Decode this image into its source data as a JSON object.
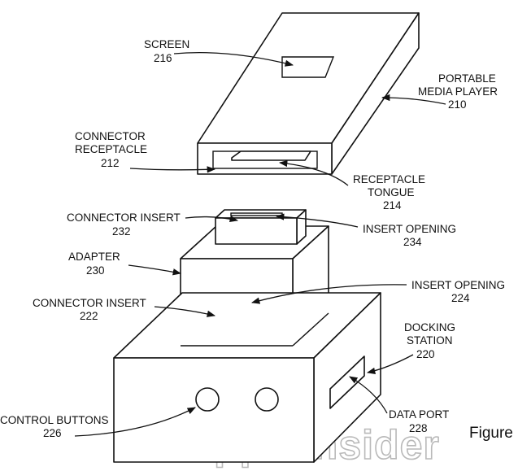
{
  "labels": {
    "screen": {
      "name": "SCREEN",
      "ref": "216"
    },
    "portable_media_player": {
      "line1": "PORTABLE",
      "line2": "MEDIA PLAYER",
      "ref": "210"
    },
    "connector_receptacle": {
      "line1": "CONNECTOR",
      "line2": "RECEPTACLE",
      "ref": "212"
    },
    "receptacle_tongue": {
      "line1": "RECEPTACLE",
      "line2": "TONGUE",
      "ref": "214"
    },
    "connector_insert_top": {
      "name": "CONNECTOR INSERT",
      "ref": "232"
    },
    "insert_opening_top": {
      "name": "INSERT OPENING",
      "ref": "234"
    },
    "adapter": {
      "name": "ADAPTER",
      "ref": "230"
    },
    "insert_opening_bottom": {
      "name": "INSERT OPENING",
      "ref": "224"
    },
    "connector_insert_bottom": {
      "name": "CONNECTOR INSERT",
      "ref": "222"
    },
    "docking_station": {
      "line1": "DOCKING",
      "line2": "STATION",
      "ref": "220"
    },
    "control_buttons": {
      "name": "CONTROL BUTTONS",
      "ref": "226"
    },
    "data_port": {
      "name": "DATA PORT",
      "ref": "228"
    }
  },
  "figure_label": "Figure",
  "watermark": "AppleInsider"
}
